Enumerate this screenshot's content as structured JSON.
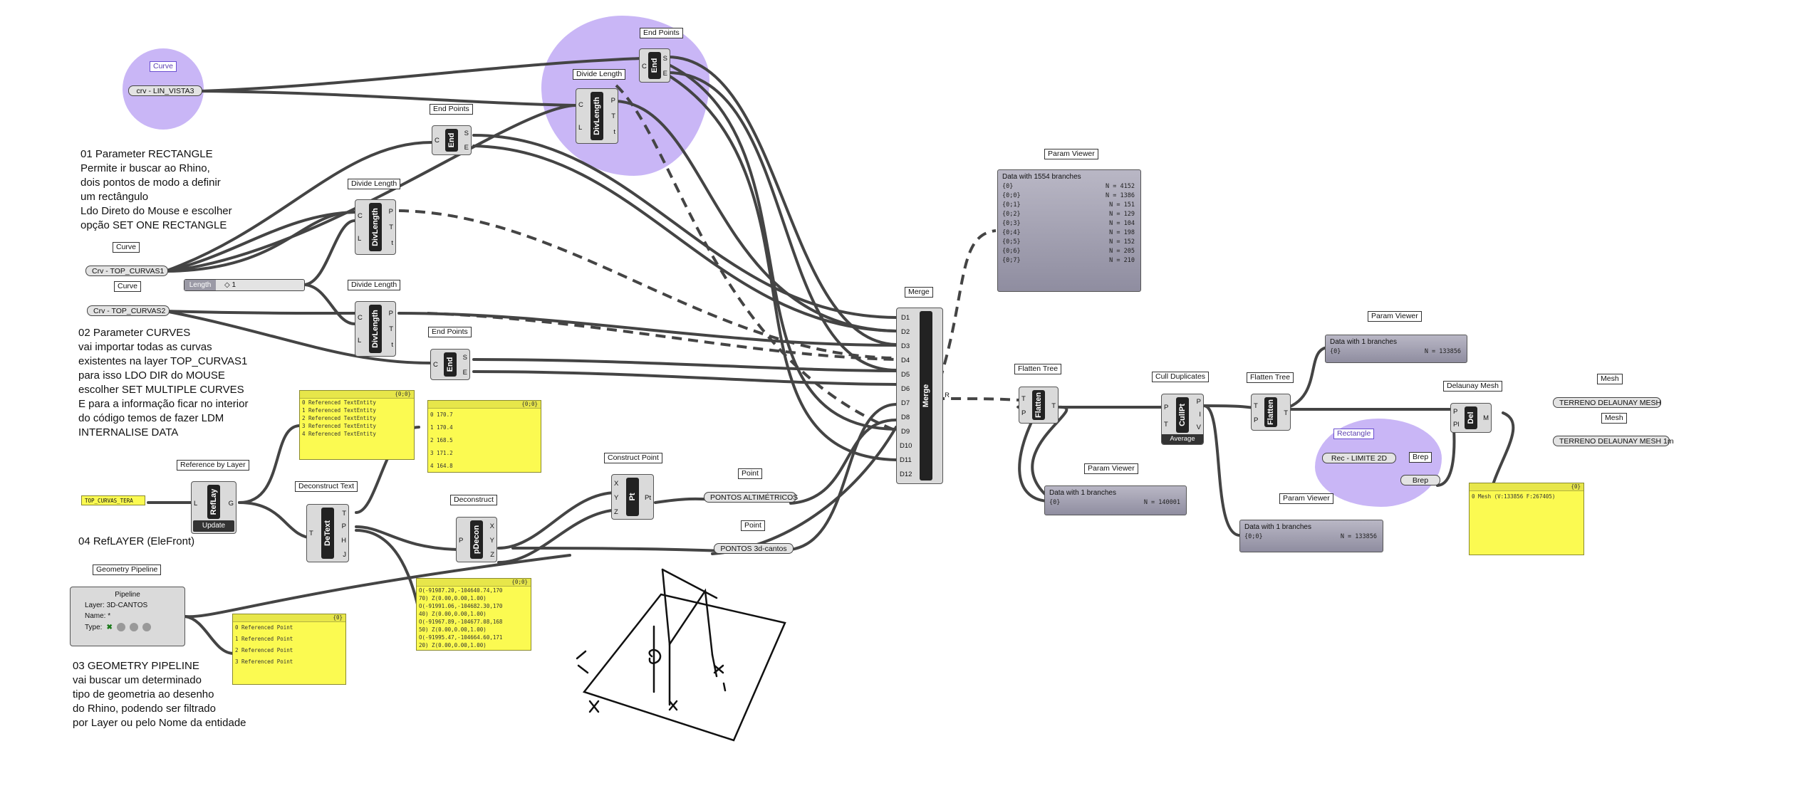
{
  "tags": {
    "curve1": "Curve",
    "curve2": "Curve",
    "curve3": "Curve",
    "endpoints1": "End Points",
    "endpoints2": "End Points",
    "endpoints3": "End Points",
    "divlength1": "Divide Length",
    "divlength2": "Divide Length",
    "divlength3": "Divide Length",
    "merge": "Merge",
    "paramviewer1": "Param Viewer",
    "paramviewer2": "Param Viewer",
    "paramviewer3": "Param Viewer",
    "paramviewer4": "Param Viewer",
    "flatten1": "Flatten Tree",
    "flatten2": "Flatten Tree",
    "culldup": "Cull Duplicates",
    "delaunay": "Delaunay Mesh",
    "mesh1": "Mesh",
    "mesh2": "Mesh",
    "rectangle": "Rectangle",
    "brep": "Brep",
    "reflayer": "Reference by Layer",
    "decontext": "Deconstruct Text",
    "deconstruct": "Deconstruct",
    "constructpoint": "Construct Point",
    "point1": "Point",
    "point2": "Point",
    "geopipeline": "Geometry Pipeline"
  },
  "params": {
    "crv_lin": "crv - LIN_VISTA3",
    "crv_top1": "Crv - TOP_CURVAS1",
    "crv_top2": "Crv - TOP_CURVAS2",
    "length_label": "Length",
    "length_value": "◇ 1",
    "rec": "Rec - LIMITE 2D",
    "brep": "Brep",
    "mesh1": "TERRENO DELAUNAY MESH",
    "mesh2": "TERRENO DELAUNAY MESH 1m",
    "pontos_alt": "PONTOS ALTIMÉTRICOS",
    "pontos_3d": "PONTOS 3d-cantos",
    "layer_input": "TOP_CURVAS_TERA"
  },
  "components": {
    "end": "End",
    "divlength": "DivLength",
    "merge": "Merge",
    "flatten": "Flatten",
    "cullpt": "CullPt",
    "del": "Del",
    "reflay": "RefLay",
    "detext": "DeText",
    "pdecon": "pDecon",
    "pt": "Pt",
    "update": "Update",
    "average": "Average"
  },
  "merge_inputs": [
    "D1",
    "D2",
    "D3",
    "D4",
    "D5",
    "D6",
    "D7",
    "D8",
    "D9",
    "D10",
    "D11",
    "D12"
  ],
  "notes": {
    "n01": [
      "01 Parameter RECTANGLE",
      "Permite ir buscar ao Rhino,",
      "dois pontos de modo a definir",
      "um rectângulo",
      "Ldo Direto do Mouse e escolher",
      "opção SET ONE RECTANGLE"
    ],
    "n02": [
      "02 Parameter CURVES",
      "vai importar todas as curvas",
      "existentes na layer TOP_CURVAS1",
      "para isso LDO DIR do MOUSE",
      "escolher SET MULTIPLE CURVES",
      "E para a informação ficar no interior",
      "do código temos de fazer LDM",
      "INTERNALISE DATA"
    ],
    "n03": [
      "03 GEOMETRY PIPELINE",
      "vai buscar um determinado",
      "tipo de geometria ao desenho",
      "do Rhino, podendo ser filtrado",
      "por Layer ou pelo Nome da entidade"
    ],
    "n04": "04 RefLAYER (EleFront)"
  },
  "viewer_main": {
    "title": "Data with 1554 branches",
    "rows": [
      {
        "path": "{0}",
        "n": "N = 4152"
      },
      {
        "path": "{0;0}",
        "n": "N = 1386"
      },
      {
        "path": "{0;1}",
        "n": "N = 151"
      },
      {
        "path": "{0;2}",
        "n": "N = 129"
      },
      {
        "path": "{0;3}",
        "n": "N = 104"
      },
      {
        "path": "{0;4}",
        "n": "N = 198"
      },
      {
        "path": "{0;5}",
        "n": "N = 152"
      },
      {
        "path": "{0;6}",
        "n": "N = 205"
      },
      {
        "path": "{0;7}",
        "n": "N = 210"
      }
    ]
  },
  "viewer_flatten": {
    "title": "Data with 1 branches",
    "path": "{0}",
    "n": "N = 140001"
  },
  "viewer_cull": {
    "title": "Data with 1 branches",
    "path": "{0;0}",
    "n": "N = 133856"
  },
  "viewer_top": {
    "title": "Data with 1 branches",
    "path": "{0}",
    "n": "N = 133856"
  },
  "panel_text": {
    "title": "{0;0}",
    "rows": [
      "0 Referenced TextEntity",
      "1 Referenced TextEntity",
      "2 Referenced TextEntity",
      "3 Referenced TextEntity",
      "4 Referenced TextEntity"
    ]
  },
  "panel_nums": {
    "title": "{0;0}",
    "rows": [
      "0  170.7",
      "1  170.4",
      "2  168.5",
      "3  171.2",
      "4  164.8"
    ]
  },
  "panel_points": {
    "title": "{0}",
    "rows": [
      "0 Referenced Point",
      "1 Referenced Point",
      "2 Referenced Point",
      "3 Referenced Point"
    ]
  },
  "panel_planes": {
    "title": "{0;0}",
    "rows": [
      "O(-91987.20,-104640.74,170",
      "70) Z(0.00,0.00,1.00)",
      "O(-91991.06,-104682.30,170",
      "40) Z(0.00,0.00,1.00)",
      "O(-91967.89,-104677.08,168",
      "50) Z(0.00,0.00,1.00)",
      "O(-91995.47,-104664.60,171",
      "20) Z(0.00,0.00,1.00)"
    ]
  },
  "panel_mesh": {
    "title": "{0}",
    "rows": [
      "0 Mesh (V:133856 F:267405)"
    ]
  },
  "pipeline": {
    "title": "Pipeline",
    "layer": "Layer: 3D-CANTOS",
    "name": "Name: *",
    "type": "Type:"
  },
  "colors": {
    "group": "#c0a9f5",
    "panel": "#fbfa51",
    "component": "#dadada",
    "wire": "#444444"
  }
}
